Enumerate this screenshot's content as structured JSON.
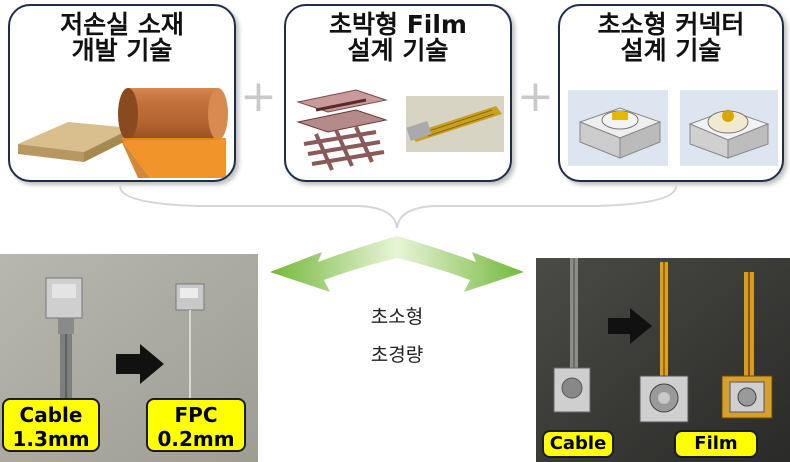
{
  "panels": [
    {
      "title": "저손실 소재\n개발 기술"
    },
    {
      "title": "초박형 Film\n설계 기술"
    },
    {
      "title": "초소형 커넥터\n설계 기술"
    }
  ],
  "plus_sign": "+",
  "center": {
    "line1": "초소형",
    "line2": "초경량"
  },
  "left_photo": {
    "tag_cable_1": "Cable",
    "tag_cable_2": "1.3mm",
    "tag_fpc_1": "FPC",
    "tag_fpc_2": "0.2mm"
  },
  "right_photo": {
    "tag_cable": "Cable",
    "tag_film": "Film"
  },
  "colors": {
    "panel_border": "#1f2d4a",
    "tag_fill": "#ffff00",
    "arrow_green": "#7cc242",
    "film_orange": "#e8760a",
    "copper": "#b8662a"
  }
}
